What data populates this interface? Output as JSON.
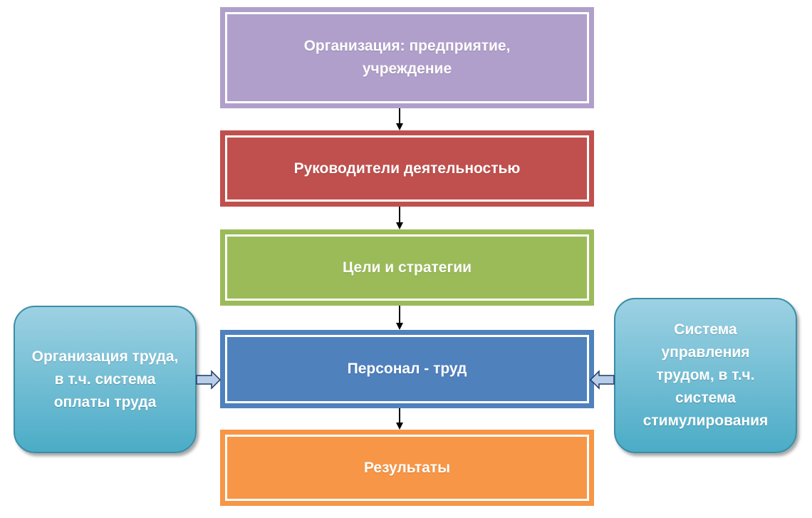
{
  "boxes": {
    "organization": {
      "label": "Организация: предприятие, учреждение",
      "color": "#b09fca"
    },
    "managers": {
      "label": "Руководители деятельностью",
      "color": "#c0504d"
    },
    "goals": {
      "label": "Цели и стратегии",
      "color": "#9bbb59"
    },
    "staff": {
      "label": "Персонал - труд",
      "color": "#4f81bd"
    },
    "results": {
      "label": "Результаты",
      "color": "#f79646"
    }
  },
  "side_boxes": {
    "left": {
      "label": "Организация труда, в т.ч. система оплаты труда"
    },
    "right": {
      "label": "Система управления трудом, в т.ч. система стимулирования"
    }
  },
  "colors": {
    "side_gradient_top": "#9dd1e3",
    "side_gradient_bottom": "#4bacc6",
    "side_border": "#3a8ea6",
    "connector": "#000000",
    "block_arrow_fill": "#b7cde8",
    "block_arrow_stroke": "#1f3864"
  }
}
